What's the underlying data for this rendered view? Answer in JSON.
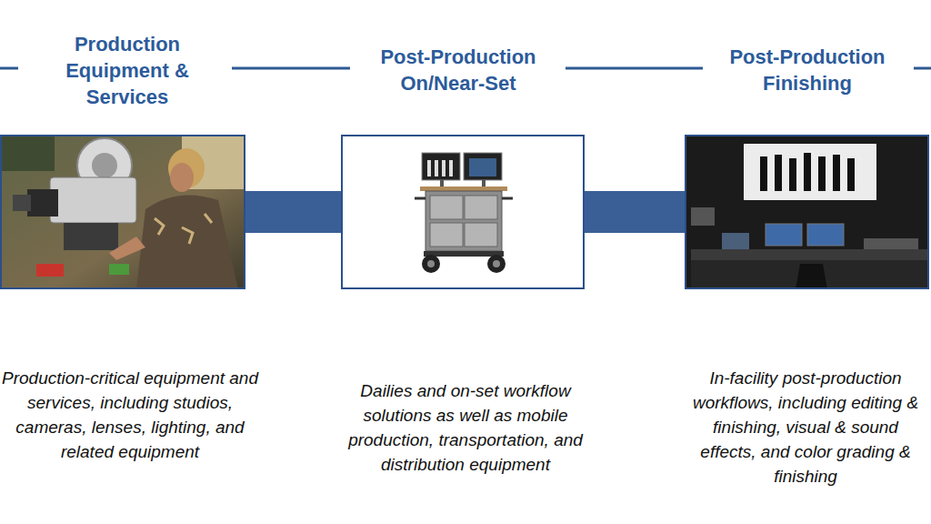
{
  "diagram": {
    "nodes": [
      {
        "text": [
          "Production Equipment & Services",
          "Production-critical equipment and services, including studios, cameras, lenses, lighting, and related equipment"
        ]
      },
      {
        "text": [
          "Post-Production On/Near-Set",
          "Dailies and on-set workflow solutions as well as mobile production, transportation, and distribution equipment"
        ]
      },
      {
        "text": [
          "Post-Production Finishing",
          "In-facility post-production workflows, including editing & finishing, visual & sound effects, and color grading & finishing"
        ]
      }
    ],
    "edges": [
      {
        "from": 0,
        "to": 1,
        "arrow": "none"
      },
      {
        "from": 1,
        "to": 2,
        "arrow": "none"
      }
    ]
  }
}
